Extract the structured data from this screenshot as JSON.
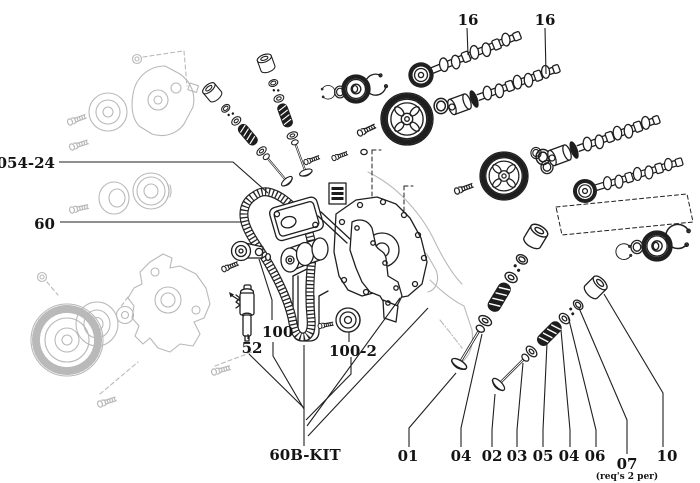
{
  "diagram": {
    "title": "engine timing components exploded parts diagram",
    "background_color": "#ffffff",
    "ink_color": "#1f1f1f",
    "ghost_color": "#b9b9b9",
    "callouts": {
      "part_054_24": "054-24",
      "part_60": "60",
      "cam_16_left": "16",
      "cam_16_right": "16",
      "part_100": "100",
      "part_52": "52",
      "part_100_2": "100-2",
      "kit_label": "60B-KIT",
      "part_01": "01",
      "part_04_first": "04",
      "part_02": "02",
      "part_03": "03",
      "part_05": "05",
      "part_04_second": "04",
      "part_06": "06",
      "part_07": "07",
      "part_07_note": "(req's 2 per)",
      "part_10": "10"
    }
  }
}
